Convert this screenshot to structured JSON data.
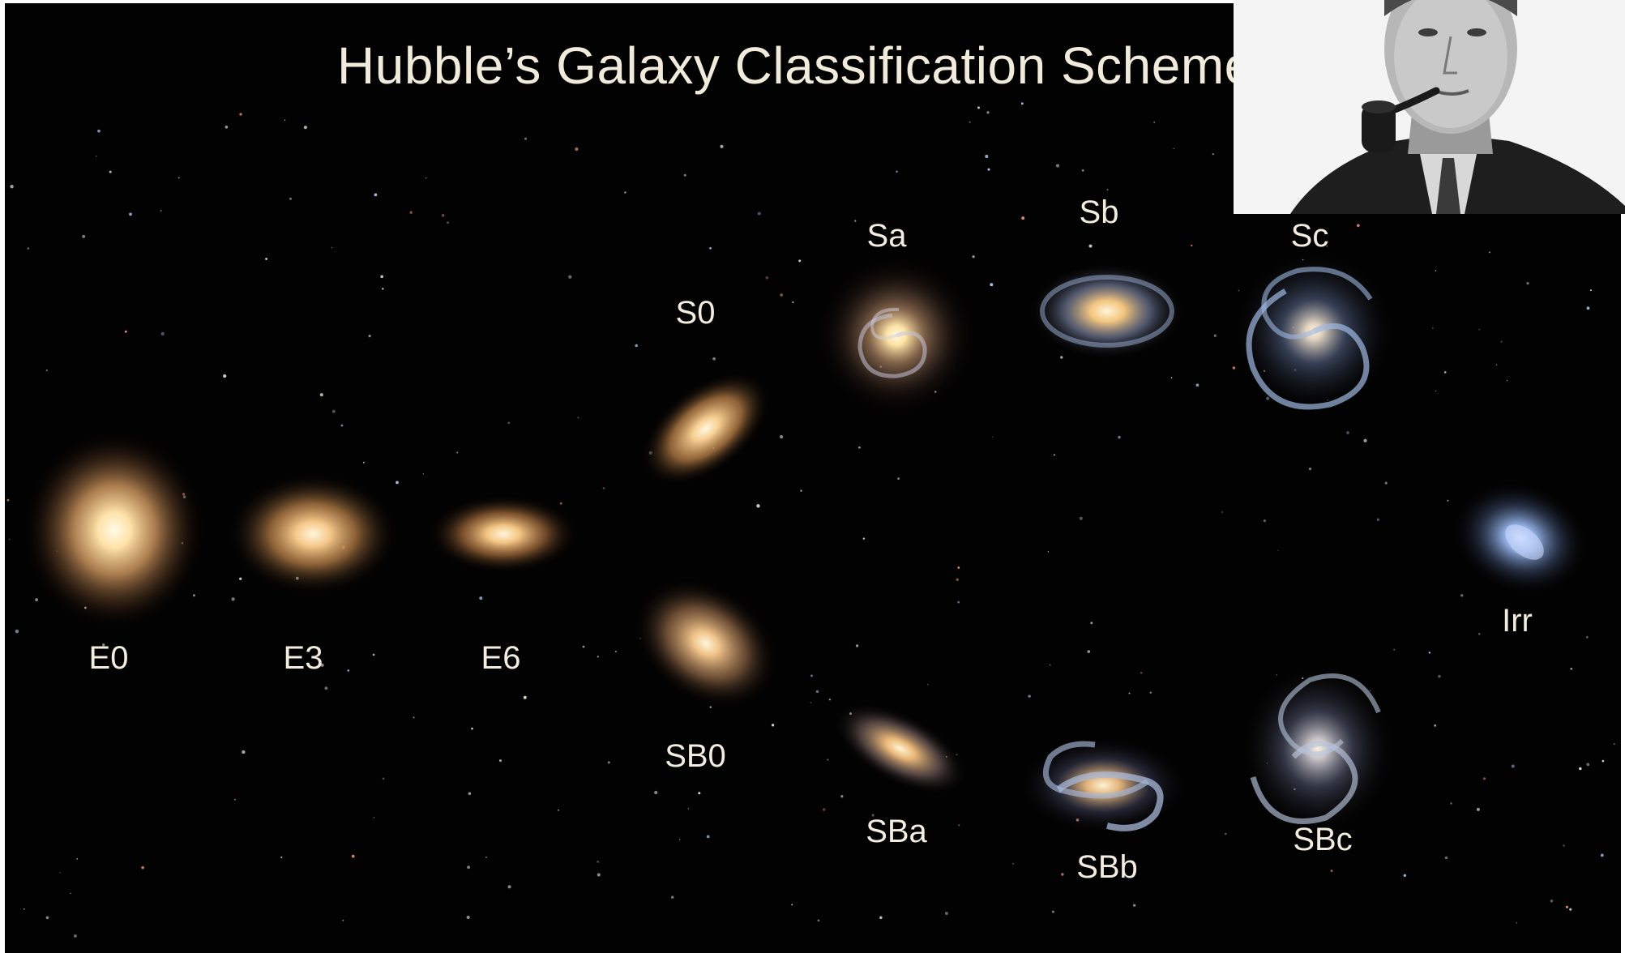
{
  "title": "Hubble’s Galaxy Classification Scheme",
  "galaxies": {
    "E0": "E0",
    "E3": "E3",
    "E6": "E6",
    "S0": "S0",
    "Sa": "Sa",
    "Sb": "Sb",
    "Sc": "Sc",
    "SB0": "SB0",
    "SBa": "SBa",
    "SBb": "SBb",
    "SBc": "SBc",
    "Irr": "Irr"
  },
  "portrait": {
    "subject": "man-with-pipe-photo"
  },
  "colors": {
    "background": "#030202",
    "label": "#f2ede0",
    "galaxy_core": "#fff1c8",
    "spiral_arm": "#9fb8e0"
  }
}
